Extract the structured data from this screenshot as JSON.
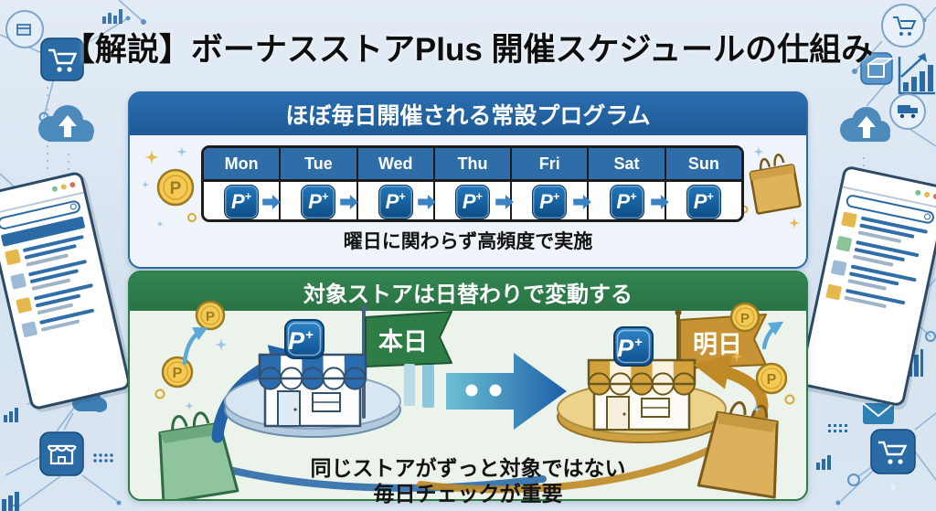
{
  "title": "【解説】ボーナスストアPlus 開催スケジュールの仕組み",
  "top_panel": {
    "header": "ほぼ毎日開催される常設プログラム",
    "days": [
      "Mon",
      "Tue",
      "Wed",
      "Thu",
      "Fri",
      "Sat",
      "Sun"
    ],
    "day_icon": {
      "letter": "P",
      "plus": "+"
    },
    "caption": "曜日に関わらず高頻度で実施"
  },
  "bottom_panel": {
    "header": "対象ストアは日替わりで変動する",
    "left_store": {
      "flag": "本日",
      "sign_letter": "P",
      "sign_plus": "+"
    },
    "right_store": {
      "flag": "明日",
      "sign_letter": "P",
      "sign_plus": "+"
    },
    "caption_line1": "同じストアがずっと対象ではない",
    "caption_line2": "毎日チェックが重要"
  },
  "coin_letter": "P",
  "colors": {
    "background": "#d8e4f0",
    "blue_header": "#1d5a96",
    "green_header": "#2a7344",
    "accent_blue": "#2a6aa5",
    "gold": "#c9952d",
    "coin_gold": "#f4ca55"
  }
}
